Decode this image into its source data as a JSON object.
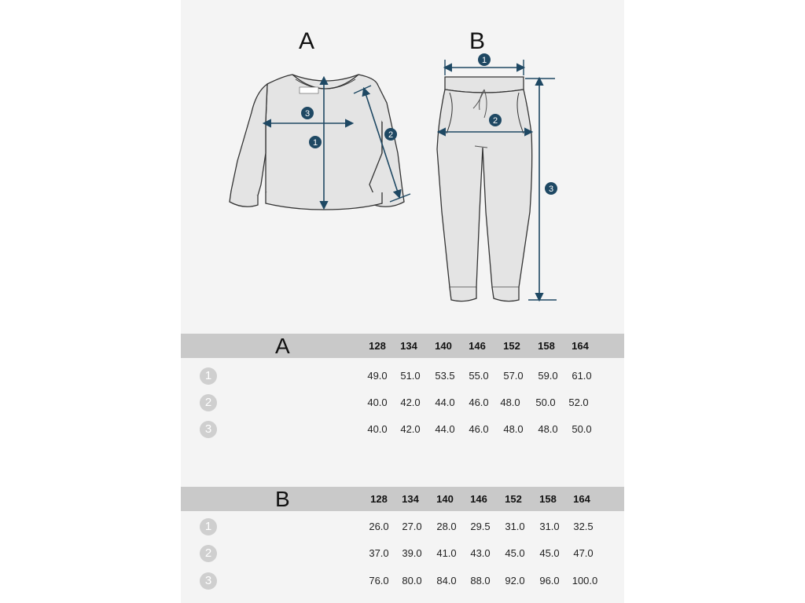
{
  "colors": {
    "panel": "#f4f4f4",
    "header": "#c9c9c9",
    "badge": "#cfcfcf",
    "measure": "#1e4863",
    "garment_fill": "#e4e4e4",
    "garment_stroke": "#333333"
  },
  "diagrams": {
    "a_label": "A",
    "b_label": "B",
    "a_markers": [
      "1",
      "2",
      "3"
    ],
    "b_markers": [
      "1",
      "2",
      "3"
    ]
  },
  "tables": [
    {
      "letter": "A",
      "sizes": [
        "128",
        "134",
        "140",
        "146",
        "152",
        "158",
        "164"
      ],
      "rows": [
        {
          "marker": "1",
          "values": [
            "49.0",
            "51.0",
            "53.5",
            "55.0",
            "57.0",
            "59.0",
            "61.0"
          ]
        },
        {
          "marker": "2",
          "values": [
            "40.0",
            "42.0",
            "44.0",
            "46.0",
            "48.0",
            "50.0",
            "52.0"
          ]
        },
        {
          "marker": "3",
          "values": [
            "40.0",
            "42.0",
            "44.0",
            "46.0",
            "48.0",
            "48.0",
            "50.0"
          ]
        }
      ]
    },
    {
      "letter": "B",
      "sizes": [
        "128",
        "134",
        "140",
        "146",
        "152",
        "158",
        "164"
      ],
      "rows": [
        {
          "marker": "1",
          "values": [
            "26.0",
            "27.0",
            "28.0",
            "29.5",
            "31.0",
            "31.0",
            "32.5"
          ]
        },
        {
          "marker": "2",
          "values": [
            "37.0",
            "39.0",
            "41.0",
            "43.0",
            "45.0",
            "45.0",
            "47.0"
          ]
        },
        {
          "marker": "3",
          "values": [
            "76.0",
            "80.0",
            "84.0",
            "88.0",
            "92.0",
            "96.0",
            "100.0"
          ]
        }
      ]
    }
  ]
}
